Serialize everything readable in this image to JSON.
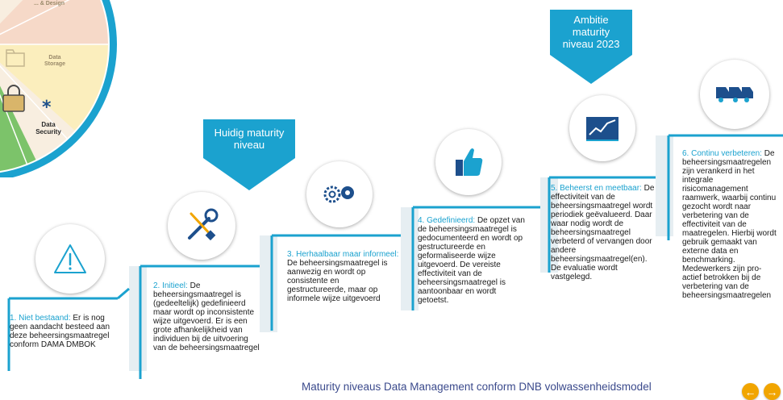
{
  "wheel": {
    "segments": [
      {
        "label": "... & Design"
      },
      {
        "label": "Data\nStorage"
      },
      {
        "label": "Data\nSecurity"
      }
    ]
  },
  "callouts": {
    "current": "Huidig maturity niveau",
    "ambition": "Ambitie maturity niveau 2023"
  },
  "steps": [
    {
      "title": "1. Niet bestaand:",
      "body": " Er is nog geen aandacht besteed aan deze beheersingsmaatregel conform DAMA DMBOK",
      "icon": "warning-triangle-icon"
    },
    {
      "title": "2. Initieel:",
      "body": " De beheersingsmaatregel is (gedeeltelijk) gedefinieerd maar wordt op inconsistente wijze uitgevoerd. Er is een grote afhankelijkheid van individuen bij de uitvoering van de beheersingsmaatregel",
      "icon": "tools-icon"
    },
    {
      "title": "3. Herhaalbaar maar informeel:",
      "body": " De beheersingsmaatregel is aanwezig en wordt op consistente en gestructureerde, maar op informele wijze uitgevoerd",
      "icon": "gears-icon"
    },
    {
      "title": "4. Gedefinieerd:",
      "body": " De opzet van de beheersingsmaatregel is gedocumenteerd en wordt op gestructureerde en geformaliseerde wijze uitgevoerd. De vereiste effectiviteit van de beheersingsmaatregel is aantoonbaar en wordt getoetst.",
      "icon": "thumbs-up-icon"
    },
    {
      "title": "5. Beheerst en meetbaar:",
      "body": " De effectiviteit van de beheersingsmaatregel wordt periodiek geëvalueerd. Daar waar nodig wordt de beheersingsmaatregel verbeterd of vervangen door andere beheersingsmaatregel(en). De evaluatie wordt vastgelegd.",
      "icon": "line-chart-icon"
    },
    {
      "title": "6. Continu verbeteren:",
      "body": " De beheersingsmaatregelen zijn verankerd in het integrale risicomanagement raamwerk, waarbij continu gezocht wordt naar verbetering van de effectiviteit van de maatregelen. Hierbij wordt gebruik gemaakt van externe data en benchmarking. Medewerkers zijn pro-actief betrokken bij de verbetering van de beheersingsmaatregelen",
      "icon": "trucks-icon"
    }
  ],
  "footer": {
    "title": "Maturity niveaus Data Management conform DNB volwassenheidsmodel",
    "prev": "←",
    "next": "→"
  },
  "colors": {
    "accent": "#1ba2cf",
    "icon_blue": "#1d4f8c",
    "nav": "#f1a500",
    "footer_text": "#3b4a8c"
  }
}
